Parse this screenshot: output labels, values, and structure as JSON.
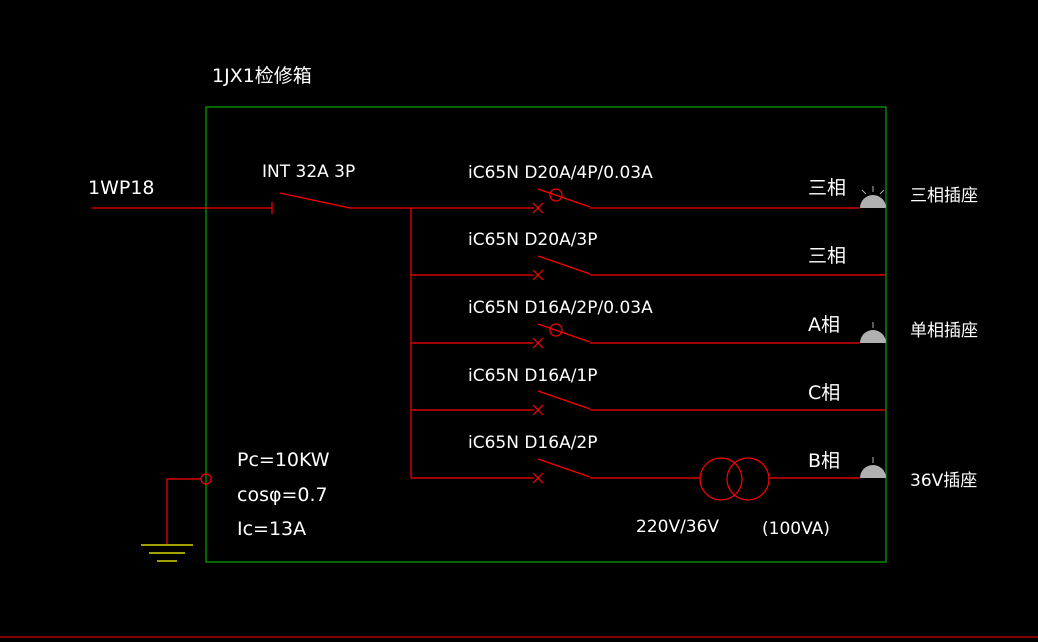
{
  "box_title": "1JX1检修箱",
  "incoming_cable": "1WP18",
  "main_breaker": "INT 32A 3P",
  "circuits": [
    {
      "breaker": "iC65N D20A/4P/0.03A",
      "phase": "三相",
      "load": "三相插座"
    },
    {
      "breaker": "iC65N D20A/3P",
      "phase": "三相",
      "load": ""
    },
    {
      "breaker": "iC65N D16A/2P/0.03A",
      "phase": "A相",
      "load": "单相插座"
    },
    {
      "breaker": "iC65N D16A/1P",
      "phase": "C相",
      "load": ""
    },
    {
      "breaker": "iC65N D16A/2P",
      "phase": "B相",
      "load": "36V插座"
    }
  ],
  "transformer": {
    "ratio": "220V/36V",
    "rating": "(100VA)"
  },
  "params": {
    "pc": "Pc=10KW",
    "cos": "cosφ=0.7",
    "ic": "Ic=13A"
  },
  "colors": {
    "wire": "#ff0000",
    "box": "#00cc00",
    "ground": "#ffff00",
    "socket": "#b0b0b0",
    "text": "#ffffff"
  }
}
